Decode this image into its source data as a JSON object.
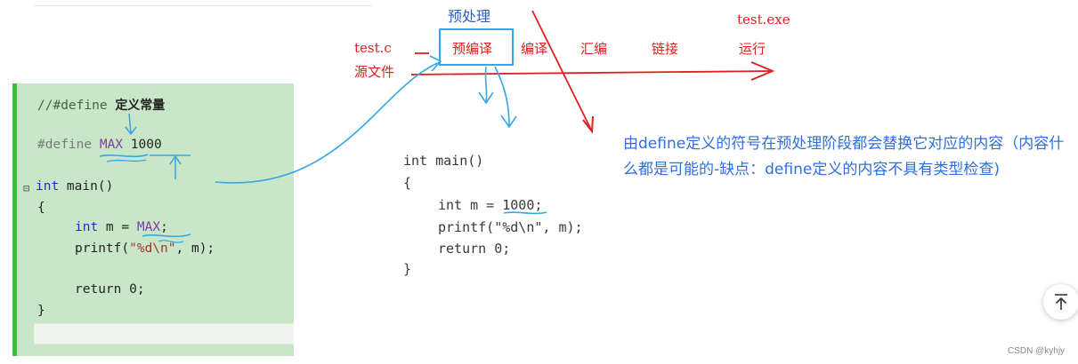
{
  "code_panel": {
    "comment_prefix": "//#define ",
    "comment_label": "定义常量",
    "define_kw": "#define ",
    "define_macro": "MAX",
    "define_value": "1000",
    "fold_marker": "⊟",
    "line_main_kw": "int",
    "line_main_rest": " main()",
    "open_brace": "{",
    "line_decl_kw": "int",
    "line_decl_mid": " m = ",
    "line_decl_macro": "MAX",
    "line_decl_end": ";",
    "line_printf_a": "printf(",
    "line_printf_str": "\"%d\\n\"",
    "line_printf_b": ", m);",
    "line_return": "return 0;",
    "close_brace": "}"
  },
  "pipeline": {
    "top_label": "预处理",
    "source_file": "test.c",
    "source_label": "源文件",
    "stages": [
      "预编译",
      "编译",
      "汇编",
      "链接",
      "运行"
    ],
    "exe_file": "test.exe"
  },
  "result_code": {
    "line1": "int main()",
    "line2": "{",
    "line3": "int m = 1000;",
    "line4": "printf(\"%d\\n\", m);",
    "line5": "return 0;",
    "line6": "}"
  },
  "note": {
    "text": "由define定义的符号在预处理阶段都会替换它对应的内容（内容什么都是可能的-缺点：define定义的内容不具有类型检查)"
  },
  "ui": {
    "back_to_top_icon": "arrow-up-to-line",
    "watermark": "CSDN @kyhjy"
  },
  "colors": {
    "red": "#e02020",
    "blue": "#2f5ec8",
    "note_blue": "#2f6fe0",
    "arrow_cyan": "#37a6e6",
    "panel_green": "#c9e6c9"
  }
}
